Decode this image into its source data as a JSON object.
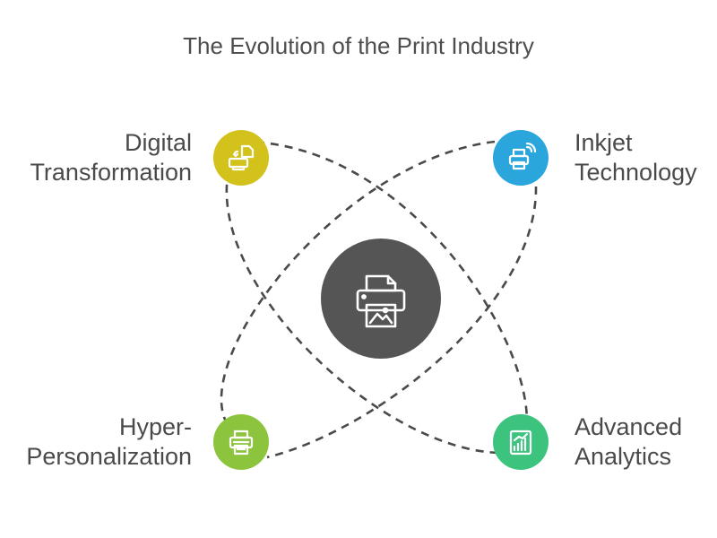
{
  "title": "The Evolution of the Print Industry",
  "center": {
    "icon": "printer-icon",
    "color": "#555555"
  },
  "nodes": [
    {
      "id": "digital",
      "line1": "Digital",
      "line2": "Transformation",
      "icon": "document-transfer-icon",
      "color": "#d4c21c"
    },
    {
      "id": "inkjet",
      "line1": "Inkjet",
      "line2": "Technology",
      "icon": "wireless-printer-icon",
      "color": "#2aa6dd"
    },
    {
      "id": "hyper",
      "line1": "Hyper-",
      "line2": "Personalization",
      "icon": "printer-icon",
      "color": "#8cc43d"
    },
    {
      "id": "analytics",
      "line1": "Advanced",
      "line2": "Analytics",
      "icon": "bar-chart-icon",
      "color": "#3cc47f"
    }
  ]
}
